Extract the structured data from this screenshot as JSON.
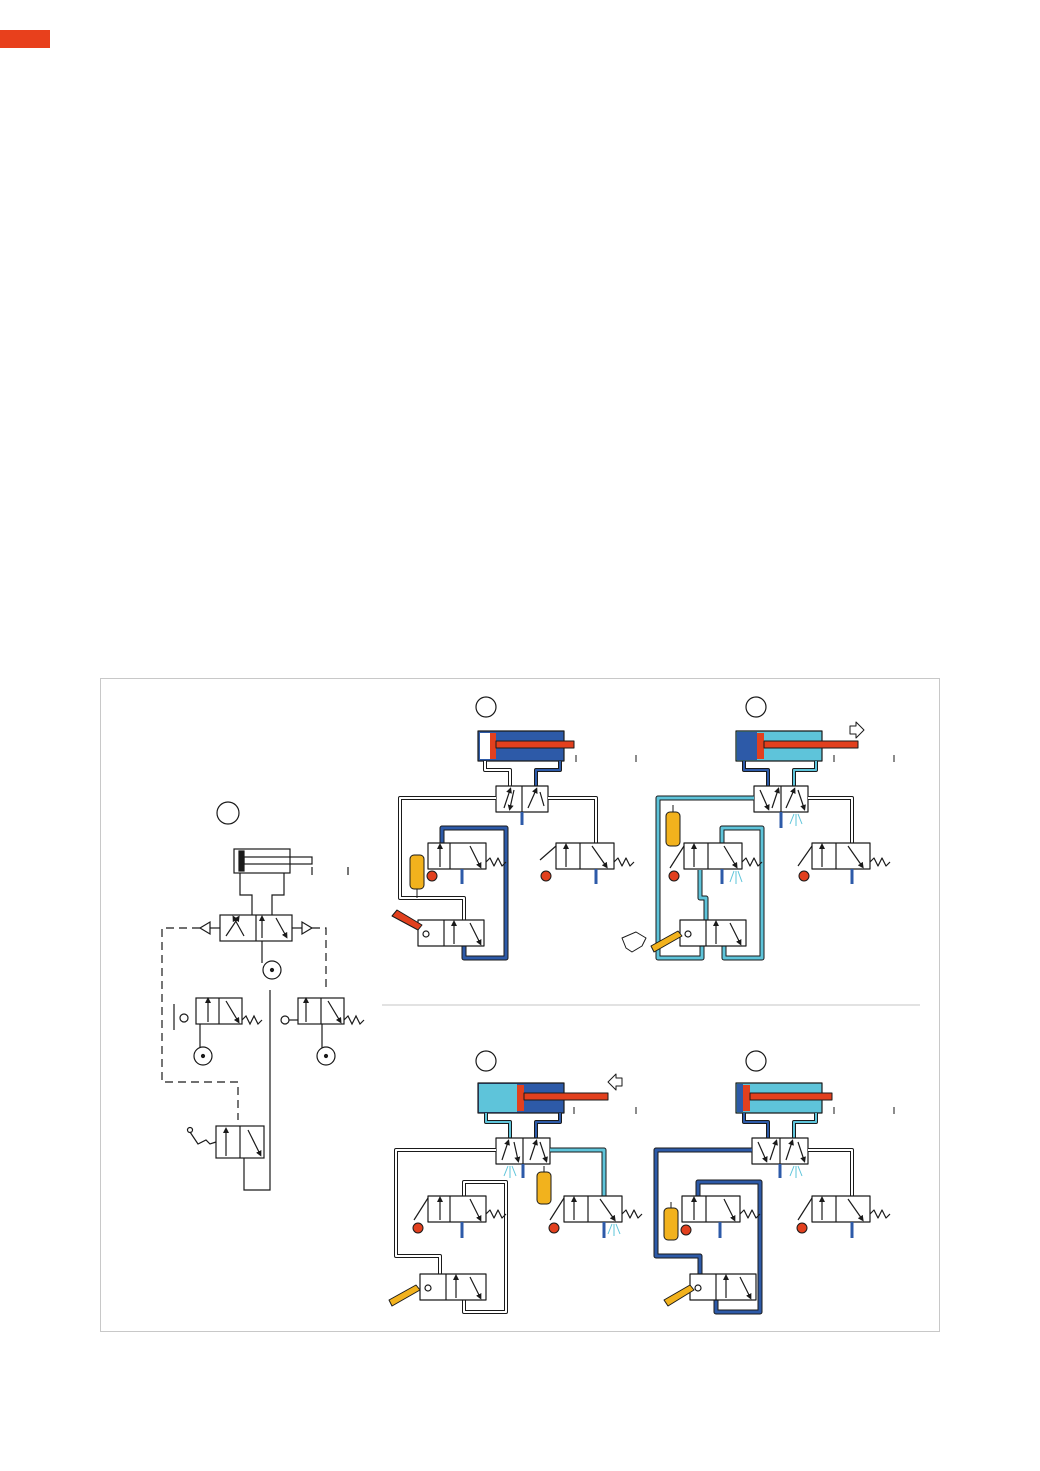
{
  "colors": {
    "accent": "#e8401c",
    "line": "#1a1a1a",
    "pressure_dark": "#2d5aa8",
    "pressure_light": "#5ec4da",
    "rod_red": "#e2401e",
    "lever_yellow": "#f2b21d",
    "frame": "#c8c8c8",
    "divider": "#d0d0d0"
  },
  "icons": {
    "reversing_valve": "5-2-valve-symbol",
    "cylinder": "double-acting-cylinder-symbol",
    "pressure_source": "pressure-source-symbol",
    "roller_valve": "roller-3-2-valve-symbol",
    "hand_lever_valve": "hand-lever-3-2-valve-symbol",
    "pressure_arrow": "outline-arrow-icon",
    "hand": "hand-icon"
  },
  "panels": {
    "schematic": {
      "label": ""
    },
    "stage_1": {
      "label": "",
      "motion": "none"
    },
    "stage_2": {
      "label": "",
      "motion": "extend"
    },
    "stage_3": {
      "label": "",
      "motion": "retract"
    },
    "stage_4": {
      "label": "",
      "motion": "none"
    }
  }
}
